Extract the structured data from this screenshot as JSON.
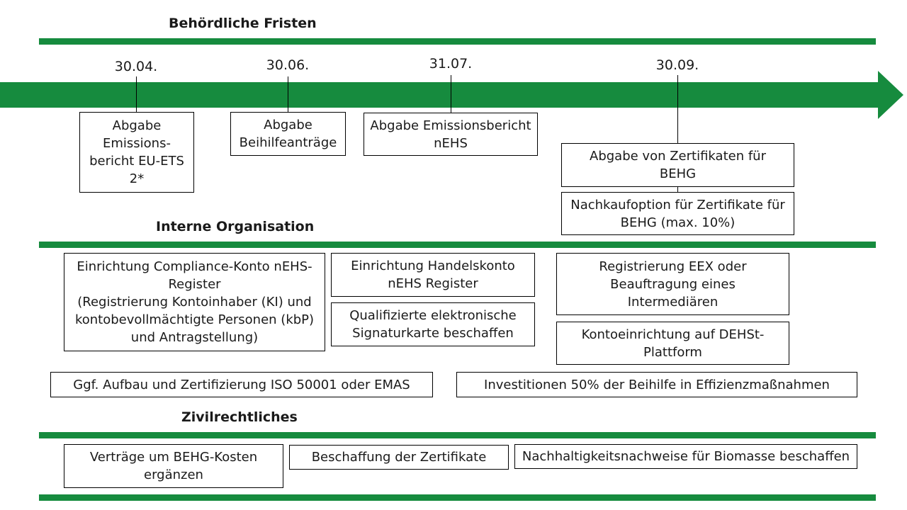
{
  "colors": {
    "accent": "#168b3e"
  },
  "sections": {
    "deadlines": {
      "title": "Behördliche Fristen"
    },
    "internal": {
      "title": "Interne Organisation"
    },
    "civil": {
      "title": "Zivilrechtliches"
    }
  },
  "timeline": {
    "dates": [
      "30.04.",
      "30.06.",
      "31.07.",
      "30.09."
    ]
  },
  "deadline_boxes": [
    "Abgabe\nEmissions-\nbericht EU-ETS\n2*",
    "Abgabe\nBeihilfeanträge",
    "Abgabe Emissionsbericht\nnEHS",
    "Abgabe von Zertifikaten für\nBEHG",
    "Nachkaufoption für Zertifikate für\nBEHG (max. 10%)"
  ],
  "internal_boxes": [
    "Einrichtung Compliance-Konto nEHS-\nRegister\n(Registrierung Kontoinhaber (KI) und\nkontobevollmächtigte Personen (kbP)\nund Antragstellung)",
    "Einrichtung Handelskonto\nnEHS Register",
    "Qualifizierte elektronische\nSignaturkarte beschaffen",
    "Registrierung EEX oder\nBeauftragung eines\nIntermediären",
    "Kontoeinrichtung auf DEHSt-\nPlattform",
    "Ggf. Aufbau und Zertifizierung ISO 50001 oder EMAS",
    "Investitionen 50% der Beihilfe in Effizienzmaßnahmen"
  ],
  "civil_boxes": [
    "Verträge um BEHG-Kosten\nergänzen",
    "Beschaffung der Zertifikate",
    "Nachhaltigkeitsnachweise für Biomasse beschaffen"
  ]
}
